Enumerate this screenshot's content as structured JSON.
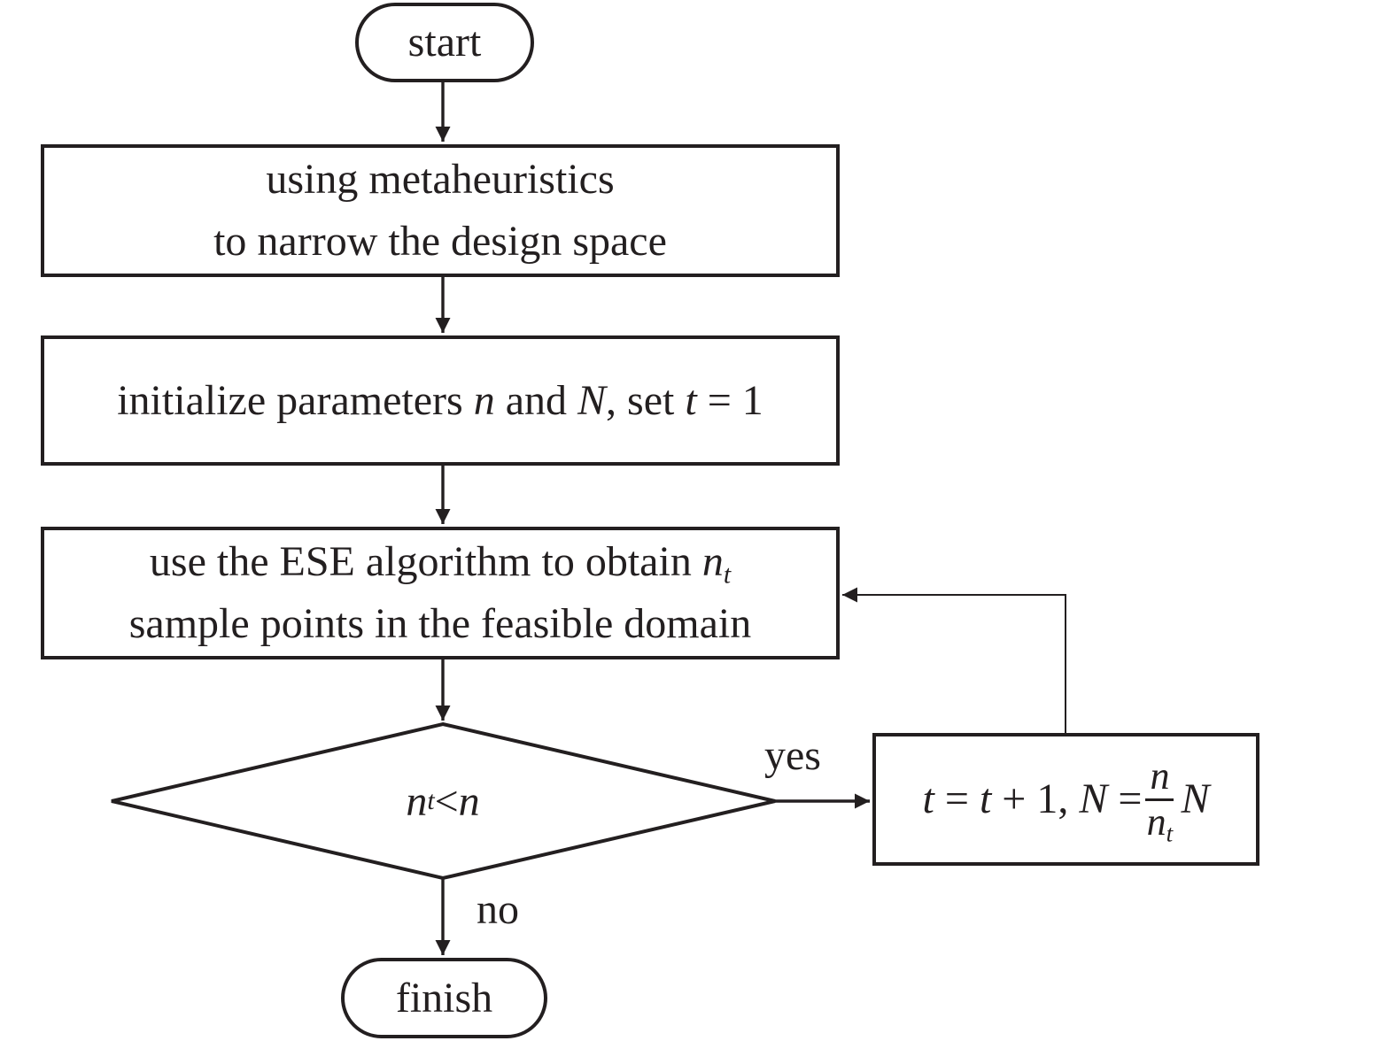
{
  "page": {
    "title": "sampling algorithm flowchart",
    "background_color": "#ffffff",
    "ink_color": "#231f20"
  },
  "nodes": {
    "start": {
      "label": "start"
    },
    "narrow": {
      "line1": [
        {
          "t": "using metaheuristics"
        }
      ],
      "line2": [
        {
          "t": "to narrow the design space"
        }
      ]
    },
    "init": {
      "line": [
        {
          "t": "initialize parameters "
        },
        {
          "t": "n",
          "i": true
        },
        {
          "t": " and "
        },
        {
          "t": "N",
          "i": true
        },
        {
          "t": ", set "
        },
        {
          "t": "t",
          "i": true
        },
        {
          "t": " = 1"
        }
      ]
    },
    "ese": {
      "line1": [
        {
          "t": "use the ESE algorithm to obtain "
        },
        {
          "t": "n",
          "i": true
        },
        {
          "t": "t",
          "i": true,
          "sub": true
        }
      ],
      "line2": [
        {
          "t": "sample points in the feasible domain"
        }
      ]
    },
    "decision": {
      "condition": [
        {
          "t": "n",
          "i": true
        },
        {
          "t": "t",
          "i": true,
          "sub": true
        },
        {
          "t": " < "
        },
        {
          "t": "n",
          "i": true
        }
      ]
    },
    "update": {
      "prefix": [
        {
          "t": "t",
          "i": true
        },
        {
          "t": " = "
        },
        {
          "t": "t",
          "i": true
        },
        {
          "t": " + 1, "
        },
        {
          "t": "N",
          "i": true
        },
        {
          "t": " = "
        }
      ],
      "frac_num": [
        {
          "t": "n",
          "i": true
        }
      ],
      "frac_den": [
        {
          "t": "n",
          "i": true
        },
        {
          "t": "t",
          "i": true,
          "sub": true
        }
      ],
      "suffix": [
        {
          "t": "N",
          "i": true
        }
      ]
    },
    "finish": {
      "label": "finish"
    }
  },
  "edges": {
    "yes_label": "yes",
    "no_label": "no"
  }
}
